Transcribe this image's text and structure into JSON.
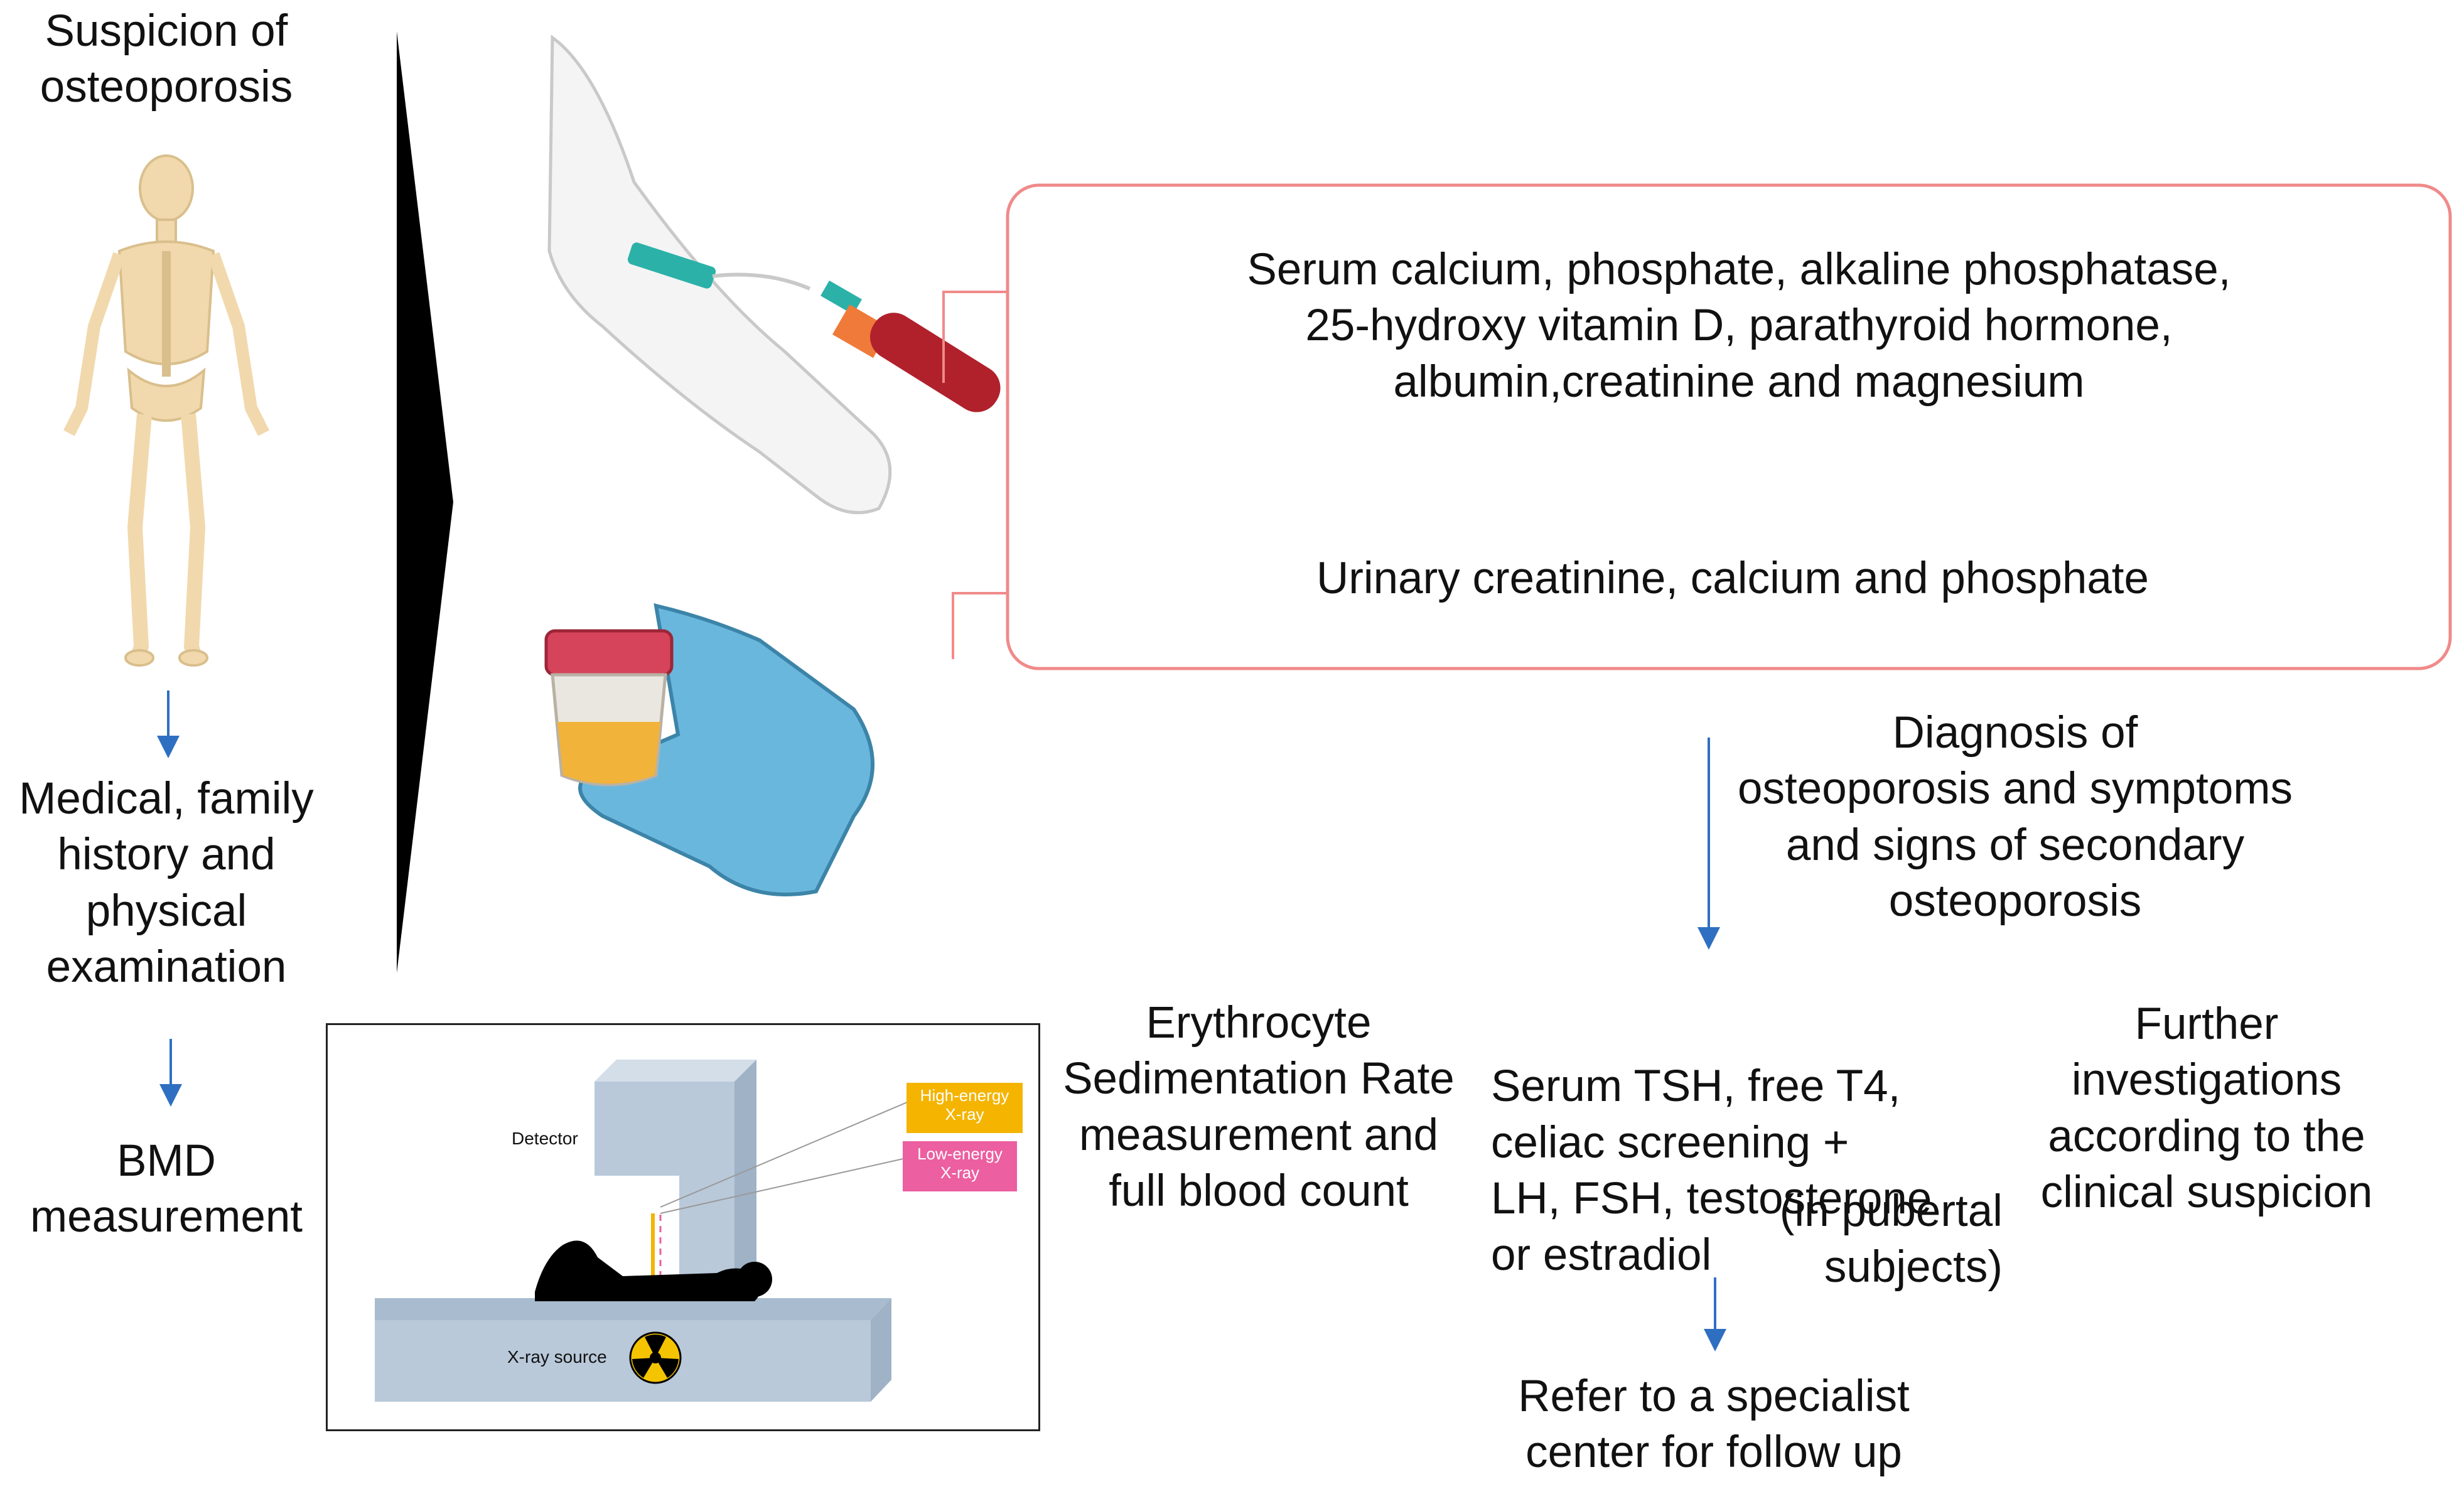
{
  "steps": {
    "suspicion": "Suspicion of\nosteoporosis",
    "history": "Medical, family\nhistory and\nphysical\nexamination",
    "bmd": "BMD\nmeasurement"
  },
  "tests": {
    "serum": "Serum calcium, phosphate, alkaline phosphatase,\n25-hydroxy vitamin D, parathyroid hormone,\nalbumin,creatinine and magnesium",
    "urinary": "Urinary creatinine, calcium and phosphate"
  },
  "diagnosis": "Diagnosis of\nosteoporosis and symptoms\nand signs of secondary\nosteoporosis",
  "secondary": {
    "esr": "Erythrocyte\nSedimentation Rate\nmeasurement and\nfull blood count",
    "hormones_main": "Serum TSH, free T4,\nceliac screening  +\nLH, FSH, testosterone\nor estradiol",
    "hormones_note": "(in pubertal\nsubjects)",
    "further": "Further\ninvestigations\naccording to the\nclinical suspicion"
  },
  "referral": "Refer to a specialist\ncenter for follow up",
  "dxa": {
    "detector": "Detector",
    "high_energy": "High-energy\nX-ray",
    "low_energy": "Low-energy\nX-ray",
    "source": "X-ray source"
  },
  "colors": {
    "arrow": "#2f6fc1",
    "box_border": "#f08a8a",
    "bone": "#f1d9ad",
    "glove": "#6ab7de",
    "cap": "#d5445a",
    "urine": "#f2b33b",
    "blood": "#b0212c",
    "tag_high": "#f4b400",
    "tag_low": "#ec5fa0",
    "machine": "#b9c9da"
  }
}
